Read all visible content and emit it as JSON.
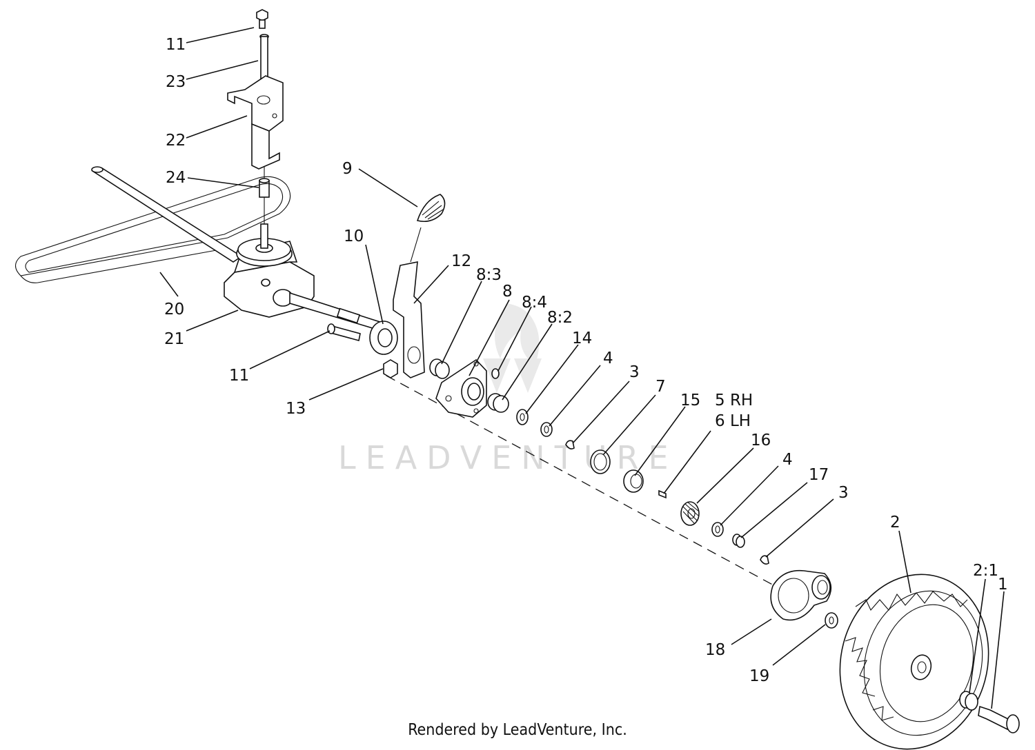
{
  "watermark": "LEADVENTURE",
  "footer": "Rendered by LeadVenture, Inc.",
  "callouts": [
    {
      "id": "c11a",
      "label": "11"
    },
    {
      "id": "c23",
      "label": "23"
    },
    {
      "id": "c22",
      "label": "22"
    },
    {
      "id": "c24",
      "label": "24"
    },
    {
      "id": "c9",
      "label": "9"
    },
    {
      "id": "c10",
      "label": "10"
    },
    {
      "id": "c12",
      "label": "12"
    },
    {
      "id": "c8_3",
      "label": "8:3"
    },
    {
      "id": "c8",
      "label": "8"
    },
    {
      "id": "c8_4",
      "label": "8:4"
    },
    {
      "id": "c8_2",
      "label": "8:2"
    },
    {
      "id": "c14",
      "label": "14"
    },
    {
      "id": "c4a",
      "label": "4"
    },
    {
      "id": "c3a",
      "label": "3"
    },
    {
      "id": "c7",
      "label": "7"
    },
    {
      "id": "c15",
      "label": "15"
    },
    {
      "id": "c5rh",
      "label": "5 RH"
    },
    {
      "id": "c6lh",
      "label": "6 LH"
    },
    {
      "id": "c16",
      "label": "16"
    },
    {
      "id": "c4b",
      "label": "4"
    },
    {
      "id": "c17",
      "label": "17"
    },
    {
      "id": "c3b",
      "label": "3"
    },
    {
      "id": "c2",
      "label": "2"
    },
    {
      "id": "c2_1",
      "label": "2:1"
    },
    {
      "id": "c1",
      "label": "1"
    },
    {
      "id": "c20",
      "label": "20"
    },
    {
      "id": "c21",
      "label": "21"
    },
    {
      "id": "c11b",
      "label": "11"
    },
    {
      "id": "c13",
      "label": "13"
    },
    {
      "id": "c18",
      "label": "18"
    },
    {
      "id": "c19",
      "label": "19"
    }
  ]
}
